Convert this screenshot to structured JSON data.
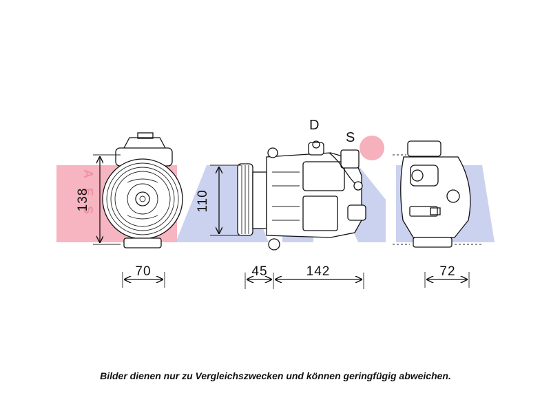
{
  "watermark": {
    "brand": "AKS",
    "vertical": "AES",
    "colors": {
      "red": "#f4a3b0",
      "blue": "#b8c3ea"
    }
  },
  "ports": {
    "discharge": "D",
    "suction": "S"
  },
  "dimensions": {
    "front_height": "138",
    "front_width": "70",
    "side_height": "110",
    "pulley_depth": "45",
    "body_length": "142",
    "rear_width": "72"
  },
  "caption": "Bilder dienen nur zu Vergleichszwecken und können geringfügig abweichen."
}
